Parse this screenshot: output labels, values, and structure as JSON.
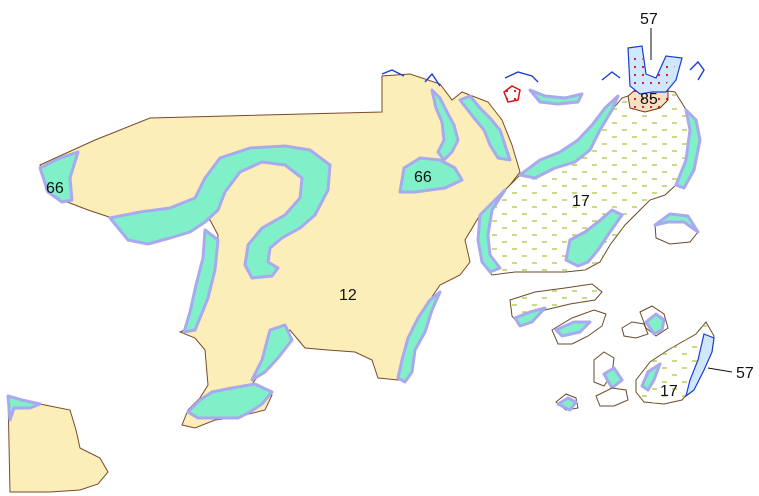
{
  "map": {
    "labels": {
      "zone_12": "12",
      "zone_17_main": "17",
      "zone_17_se": "17",
      "zone_57_top": "57",
      "zone_57_right": "57",
      "zone_66_west": "66",
      "zone_66_center": "66",
      "zone_85": "85"
    },
    "colors": {
      "land_fill": "#fbeeb8",
      "wetland_fill": "#7ff0c8",
      "wetland_edge": "#a9a9f0",
      "boundary": "#7a4a2a",
      "marsh_dash": "#a6c23a",
      "zone57_edge": "#1a3cd8",
      "zone85_dots": "#d01010"
    }
  }
}
